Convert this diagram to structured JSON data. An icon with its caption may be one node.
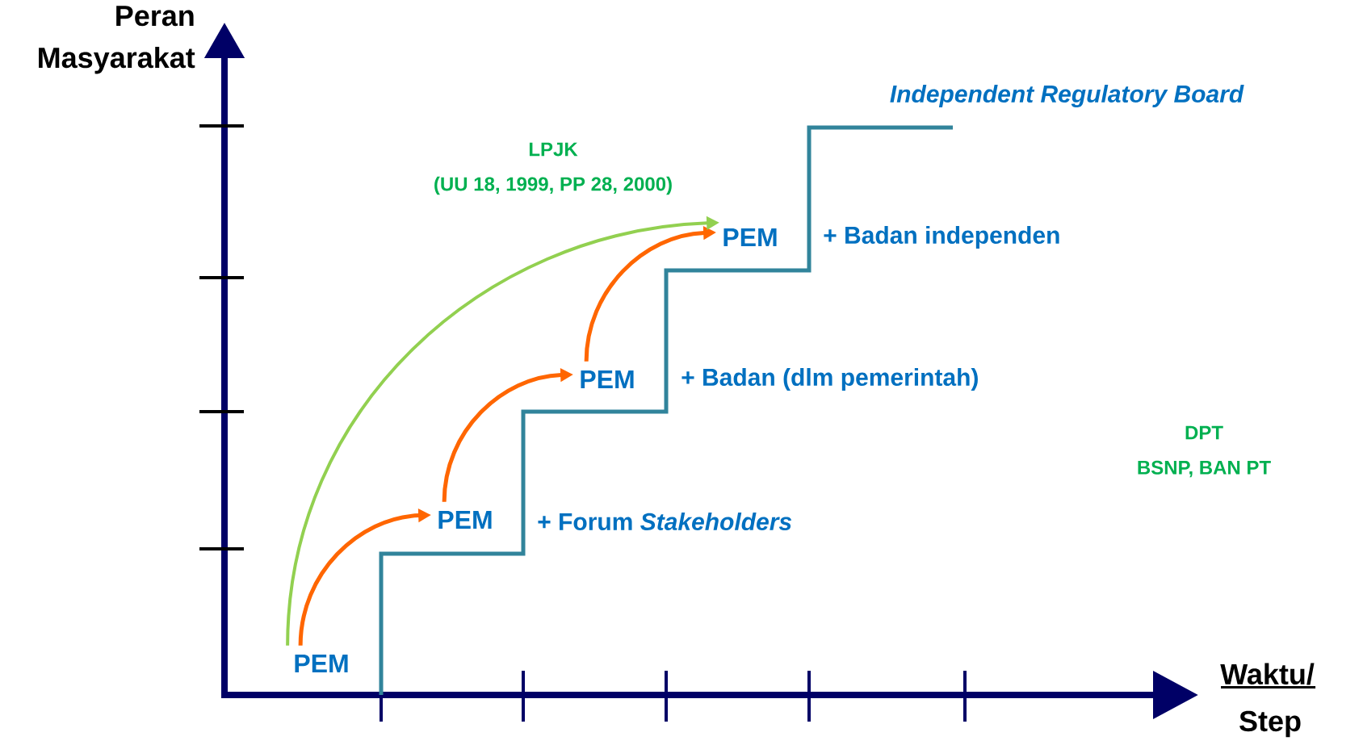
{
  "diagram": {
    "nodes": [
      {
        "text": [
          "PEM"
        ]
      },
      {
        "text": [
          "PEM"
        ]
      },
      {
        "text": [
          "PEM"
        ]
      },
      {
        "text": [
          "PEM"
        ]
      }
    ],
    "edges": [
      {
        "from": 0,
        "to": 1,
        "arrow": "to"
      },
      {
        "from": 1,
        "to": 2,
        "arrow": "to"
      },
      {
        "from": 2,
        "to": 3,
        "arrow": "to"
      },
      {
        "from": 0,
        "to": 3,
        "arrow": "to",
        "label": "LPJK",
        "color": "#92d050"
      }
    ],
    "labels": [
      "Peran Masyarakat",
      "Independent Regulatory Board",
      "(UU 18, 1999, PP 28, 2000)",
      "+ Badan independen",
      "+ Badan (dlm pemerintah)",
      "DPT",
      "BSNP, BAN PT",
      "+ Forum *Stakeholders*",
      "Waktu/",
      "Step"
    ]
  }
}
